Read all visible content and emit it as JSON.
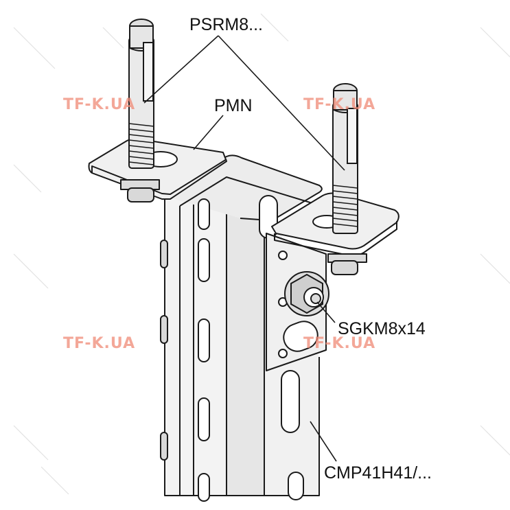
{
  "labels": {
    "anchor": "PSRM8...",
    "plate": "PMN",
    "screw": "SGKM8x14",
    "channel": "CMP41H41/..."
  },
  "watermark": "TF-K.UA",
  "colors": {
    "line": "#1a1a1a",
    "steel": "#e6e6e6",
    "steel_light": "#f3f3f3",
    "steel_dark": "#bdbdbd",
    "watermark": "#f08a76"
  }
}
